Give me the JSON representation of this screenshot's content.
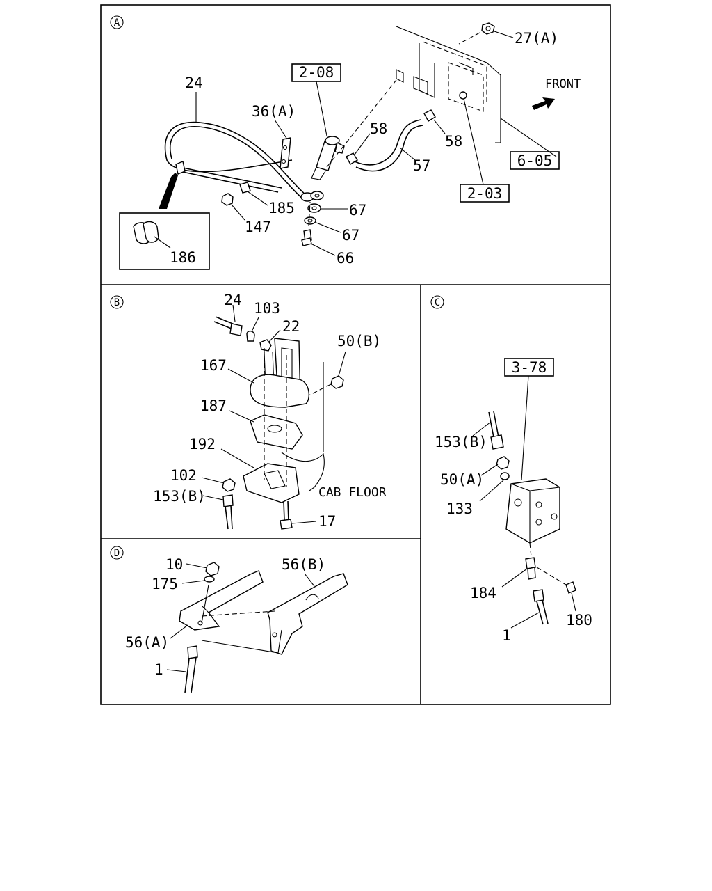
{
  "sections": {
    "A": "A",
    "B": "B",
    "C": "C",
    "D": "D"
  },
  "labels": {
    "a_27A": "27(A)",
    "a_front": "FRONT",
    "a_ref_208": "2-08",
    "a_24": "24",
    "a_36A": "36(A)",
    "a_58_left": "58",
    "a_58_right": "58",
    "a_57": "57",
    "a_ref_605": "6-05",
    "a_ref_203": "2-03",
    "a_185": "185",
    "a_67_top": "67",
    "a_67_bottom": "67",
    "a_147": "147",
    "a_66": "66",
    "a_186": "186",
    "b_24": "24",
    "b_103": "103",
    "b_22": "22",
    "b_50B": "50(B)",
    "b_167": "167",
    "b_187": "187",
    "b_192": "192",
    "b_102": "102",
    "b_153B": "153(B)",
    "b_cab_floor": "CAB FLOOR",
    "b_17": "17",
    "c_ref_378": "3-78",
    "c_153B": "153(B)",
    "c_50A": "50(A)",
    "c_133": "133",
    "c_184": "184",
    "c_180": "180",
    "c_1": "1",
    "d_10": "10",
    "d_175": "175",
    "d_56B": "56(B)",
    "d_56A": "56(A)",
    "d_1": "1"
  }
}
